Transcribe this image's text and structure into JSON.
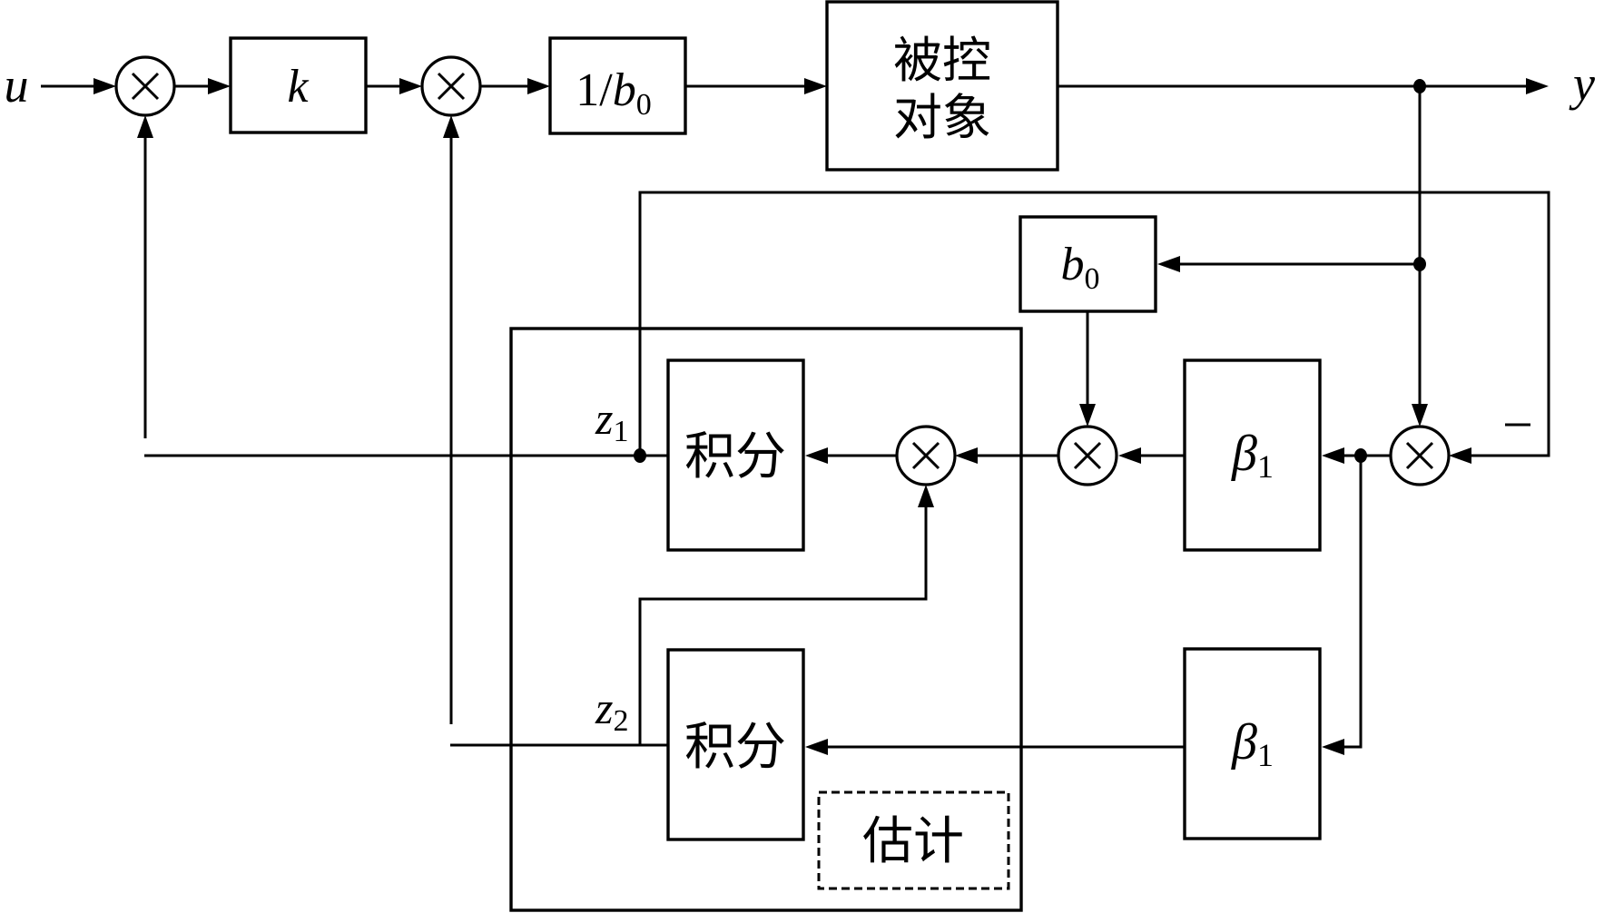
{
  "diagram": {
    "title": "ADRC control block diagram",
    "signals": {
      "input": "u",
      "output": "y",
      "state1": "z",
      "state1_sub": "1",
      "state2": "z",
      "state2_sub": "2",
      "minus_sign": "−"
    },
    "blocks": {
      "gain_k": "k",
      "inv_b0_num": "1/",
      "inv_b0_var": "b",
      "inv_b0_sub": "0",
      "plant_line1": "被控",
      "plant_line2": "对象",
      "b0_var": "b",
      "b0_sub": "0",
      "beta_top_var": "β",
      "beta_top_sub": "1",
      "beta_bottom_var": "β",
      "beta_bottom_sub": "1",
      "integrator1": "积分",
      "integrator2": "积分",
      "estimator": "估计"
    },
    "multiplier_symbol": "×"
  }
}
